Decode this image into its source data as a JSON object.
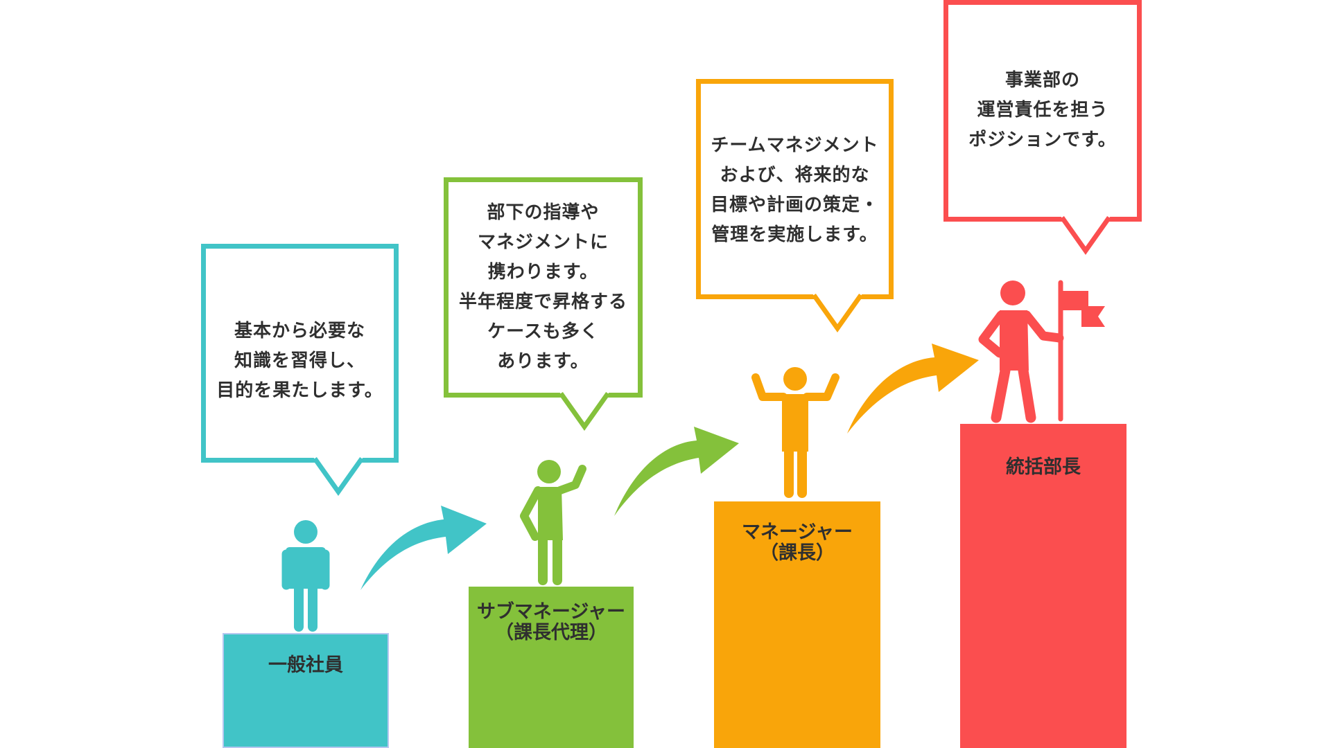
{
  "colors": {
    "teal": "#41c4c7",
    "green": "#84c13b",
    "orange": "#f9a50a",
    "red": "#fb4e4f",
    "text": "#2f2f2f"
  },
  "steps": [
    {
      "title_lines": [
        "一般社員"
      ],
      "bubble_lines": [
        "基本から必要な",
        "知識を習得し、",
        "目的を果たします。"
      ],
      "figure_icon": "standing-person-icon"
    },
    {
      "title_lines": [
        "サブマネージャー",
        "（課長代理）"
      ],
      "bubble_lines": [
        "部下の指導や",
        "マネジメントに",
        "携わります。",
        "半年程度で昇格する",
        "ケースも多く",
        "あります。"
      ],
      "figure_icon": "waving-person-icon"
    },
    {
      "title_lines": [
        "マネージャー",
        "（課長）"
      ],
      "bubble_lines": [
        "チームマネジメント",
        "および、将来的な",
        "目標や計画の策定・",
        "管理を実施します。"
      ],
      "figure_icon": "cheering-person-icon"
    },
    {
      "title_lines": [
        "統括部長"
      ],
      "bubble_lines": [
        "事業部の",
        "運営責任を担う",
        "ポジションです。"
      ],
      "figure_icon": "person-with-flag-icon"
    }
  ]
}
